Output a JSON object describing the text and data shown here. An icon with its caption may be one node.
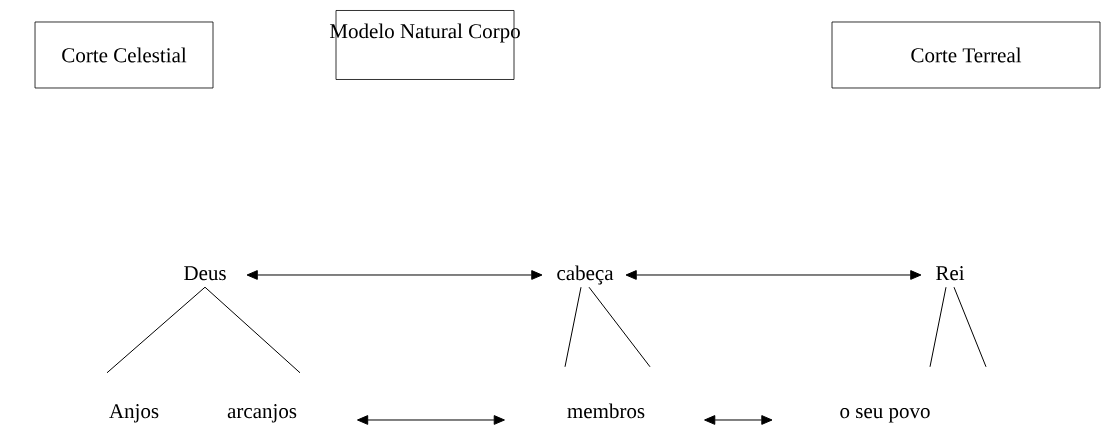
{
  "diagram": {
    "nodes": [
      {
        "text": [
          "Corte Celestial"
        ]
      },
      {
        "text": [
          "Modelo Natural Corpo"
        ]
      },
      {
        "text": [
          "Corte Terreal"
        ]
      },
      {
        "text": [
          "Deus"
        ]
      },
      {
        "text": [
          "cabeça"
        ]
      },
      {
        "text": [
          "Rei"
        ]
      },
      {
        "text": [
          "Anjos"
        ]
      },
      {
        "text": [
          "arcanjos"
        ]
      },
      {
        "text": [
          "membros"
        ]
      },
      {
        "text": [
          "o seu povo"
        ]
      }
    ],
    "edges": [
      {
        "from": 3,
        "to": 4,
        "arrow": "both"
      },
      {
        "from": 4,
        "to": 5,
        "arrow": "both"
      },
      {
        "from": 3,
        "to": 6,
        "arrow": "none"
      },
      {
        "from": 3,
        "to": 7,
        "arrow": "none"
      },
      {
        "from": 4,
        "to": 8,
        "arrow": "none"
      },
      {
        "from": 4,
        "to": 8,
        "arrow": "none"
      },
      {
        "from": 5,
        "to": 9,
        "arrow": "none"
      },
      {
        "from": 5,
        "to": 9,
        "arrow": "none"
      },
      {
        "from": 7,
        "to": 8,
        "arrow": "both"
      },
      {
        "from": 8,
        "to": 9,
        "arrow": "both"
      }
    ]
  }
}
